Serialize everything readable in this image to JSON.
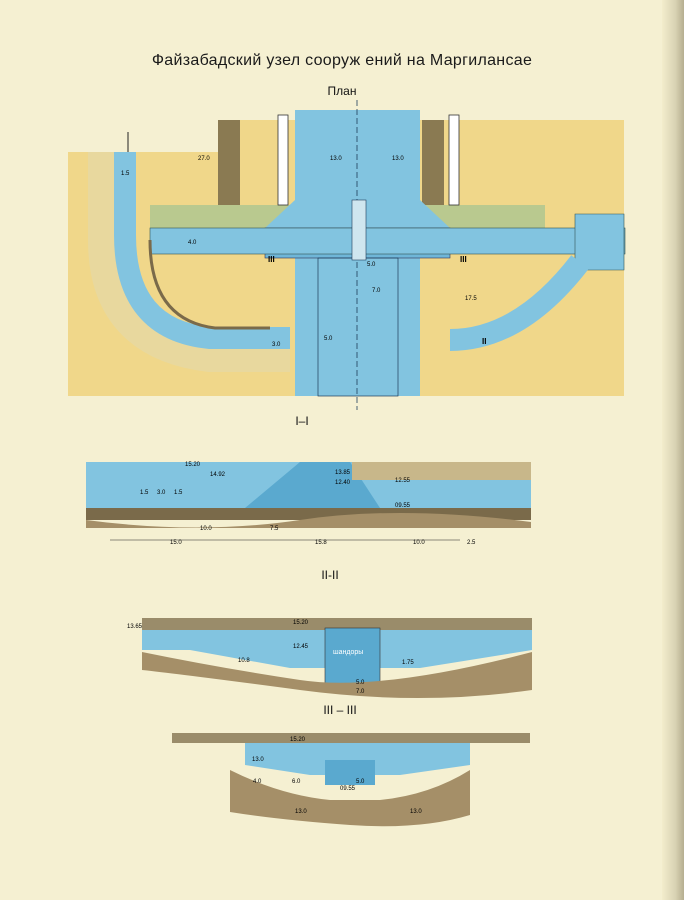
{
  "title": "Файзабадский узел сооруж ений на Маргилансае",
  "colors": {
    "paper": "#f5f0d2",
    "ground": "#f0d78a",
    "water": "#82c4e0",
    "water_dark": "#5aa9cf",
    "concrete": "#b8c48e",
    "soil": "#7a6a4a",
    "wall": "#9a9172"
  },
  "plan": {
    "label": "План",
    "dims": {
      "d27": "27.0",
      "d1_5": "1.5",
      "d13a": "13.0",
      "d13b": "13.0",
      "d4": "4.0",
      "d5": "5.0",
      "d7": "7.0",
      "d17_5": "17.5",
      "d5b": "5.0",
      "d3": "3.0"
    },
    "cuts": {
      "iii_left": "III",
      "iii_right": "III",
      "ii": "II"
    }
  },
  "section_1": {
    "label": "I–I",
    "elevations": {
      "e1520": "15.20",
      "e1492": "14.92",
      "e1385": "13.85",
      "e1240": "12.40",
      "e1255": "12.55",
      "e0955": "09.55"
    },
    "dims": {
      "b15a": "1.5",
      "b30": "3.0",
      "b15b": "1.5",
      "d100a": "10.0",
      "d75": "7.5",
      "d150": "15.0",
      "d158": "15.8",
      "d100b": "10.0",
      "d25": "2.5"
    }
  },
  "section_2": {
    "label": "II-II",
    "elevations": {
      "e1365": "13.65",
      "e1520": "15.20",
      "e1245": "12.45",
      "e1175": "1.75"
    },
    "dims": {
      "d108": "10.8",
      "d50": "5.0",
      "d70": "7.0"
    },
    "gate_label": "шандоры"
  },
  "section_3": {
    "label": "III – III",
    "elevations": {
      "e1520": "15.20",
      "e0955": "09.55"
    },
    "dims": {
      "d130a": "13.0",
      "d40": "4.0",
      "d60": "6.0",
      "d50": "5.0",
      "d130b": "13.0",
      "d130c": "13.0"
    }
  }
}
